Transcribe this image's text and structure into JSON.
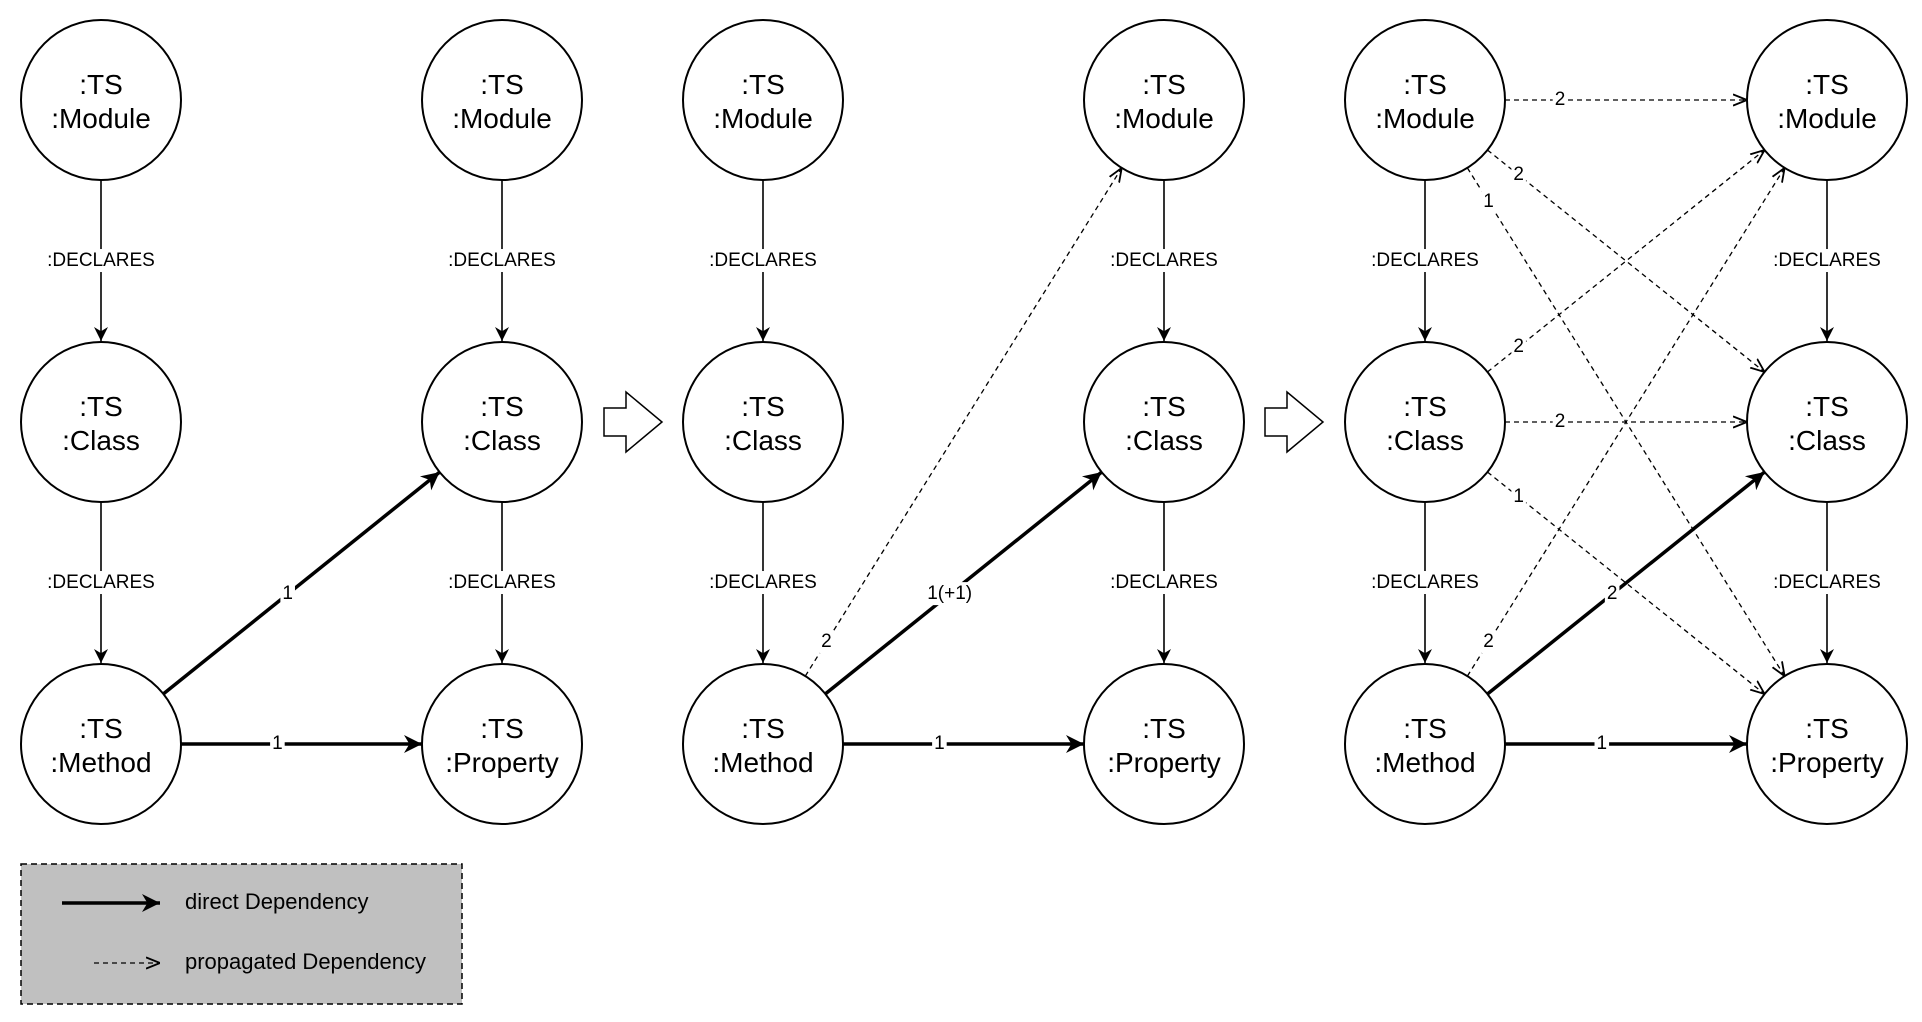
{
  "colors": {
    "legend_bg": "#c0c0c0",
    "stroke": "#000000"
  },
  "node_prefix": ":TS",
  "node_types": {
    "module": ":Module",
    "class": ":Class",
    "method": ":Method",
    "property": ":Property"
  },
  "declares_label": ":DECLARES",
  "panels": [
    {
      "direct": [
        {
          "from": "method",
          "to": "class",
          "label": "1"
        },
        {
          "from": "method",
          "to": "property",
          "label": "1"
        }
      ],
      "propagated": []
    },
    {
      "direct": [
        {
          "from": "method",
          "to": "class",
          "label": "1(+1)"
        },
        {
          "from": "method",
          "to": "property",
          "label": "1"
        }
      ],
      "propagated": [
        {
          "from": "method",
          "to": "module",
          "label": "2"
        }
      ]
    },
    {
      "direct": [
        {
          "from": "method",
          "to": "class",
          "label": "2"
        },
        {
          "from": "method",
          "to": "property",
          "label": "1"
        }
      ],
      "propagated": [
        {
          "from": "module",
          "to": "module",
          "label": "2"
        },
        {
          "from": "module",
          "to": "class",
          "label": "2"
        },
        {
          "from": "module",
          "to": "property",
          "label": "1"
        },
        {
          "from": "class",
          "to": "module",
          "label": "2"
        },
        {
          "from": "class",
          "to": "class",
          "label": "2"
        },
        {
          "from": "class",
          "to": "property",
          "label": "1"
        },
        {
          "from": "method",
          "to": "module",
          "label": "2"
        }
      ]
    }
  ],
  "legend": {
    "direct_label": "direct Dependency",
    "propagated_label": "propagated Dependency"
  }
}
